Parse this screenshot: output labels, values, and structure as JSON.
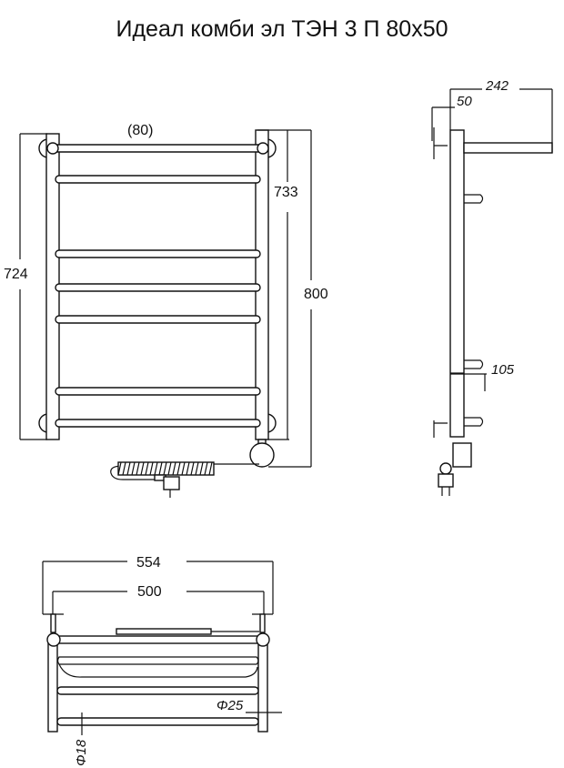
{
  "title": "Идеал комби эл ТЭН 3 П 80х50",
  "front_view": {
    "top_spacing": "(80)",
    "height_left": "724",
    "height_right": "733",
    "height_total": "800"
  },
  "side_view": {
    "depth_total": "242",
    "wall_offset": "50",
    "rail_depth": "105"
  },
  "top_view": {
    "width_total": "554",
    "center_distance": "500",
    "post_diameter": "Φ25",
    "rail_diameter": "Φ18"
  }
}
